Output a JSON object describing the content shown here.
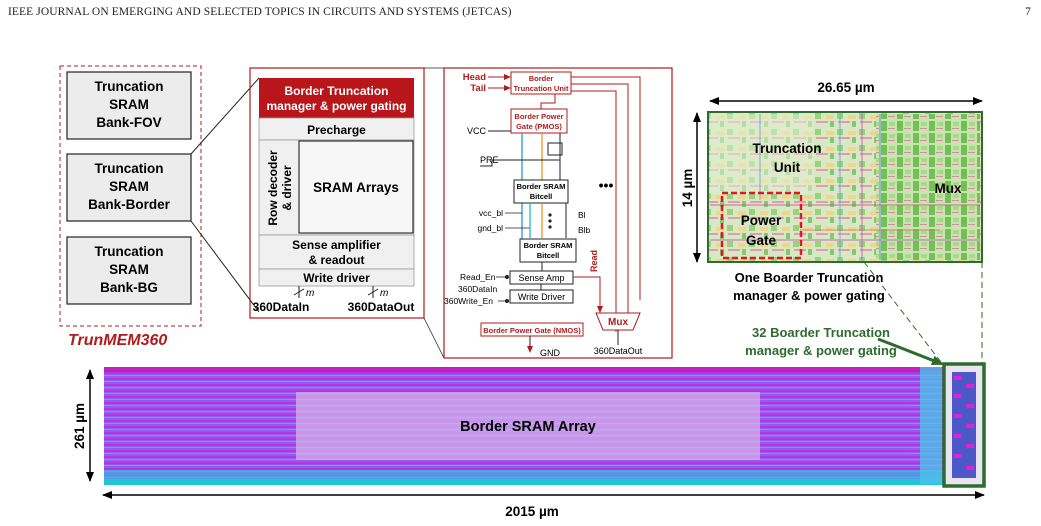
{
  "header": {
    "journal": "IEEE JOURNAL ON EMERGING AND SELECTED TOPICS IN CIRCUITS AND SYSTEMS (JETCAS)",
    "page_number": "7"
  },
  "banks": {
    "fov": [
      "Truncation",
      "SRAM",
      "Bank-FOV"
    ],
    "border": [
      "Truncation",
      "SRAM",
      "Bank-Border"
    ],
    "bg": [
      "Truncation",
      "SRAM",
      "Bank-BG"
    ],
    "caption": "TrunMEM360"
  },
  "bank_detail": {
    "manager": [
      "Border Truncation",
      "manager & power gating"
    ],
    "precharge": "Precharge",
    "row_decoder": [
      "Row decoder",
      "& driver"
    ],
    "arrays": "SRAM Arrays",
    "sense": [
      "Sense amplifier",
      "& readout"
    ],
    "write_driver": "Write driver",
    "bus_m1": "m",
    "bus_m2": "m",
    "data_in": "360DataIn",
    "data_out": "360DataOut"
  },
  "circuit": {
    "head": "Head",
    "tail": "Tail",
    "trunc_unit": [
      "Border",
      "Truncation Unit"
    ],
    "pmos": [
      "Border Power",
      "Gate (PMOS)"
    ],
    "vcc": "VCC",
    "pre": "PRE",
    "bitcell1": [
      "Border SRAM",
      "Bitcell"
    ],
    "bitcell2": [
      "Border SRAM",
      "Bitcell"
    ],
    "dots": "•••",
    "vcc_bl": "vcc_bl",
    "gnd_bl": "gnd_bl",
    "bl": "Bl",
    "blb": "Blb",
    "read_en": "Read_En",
    "datain": "360DataIn",
    "write_en": "360Write_En",
    "sense_amp": "Sense Amp",
    "write_driver": "Write Driver",
    "read": "Read",
    "mux": "Mux",
    "nmos": "Border Power Gate (NMOS)",
    "gnd": "GND",
    "dataout": "360DataOut"
  },
  "layout": {
    "width_label": "26.65 µm",
    "height_label": "14 µm",
    "trunc_unit": [
      "Truncation",
      "Unit"
    ],
    "mux": "Mux",
    "power_gate": [
      "Power",
      "Gate"
    ],
    "caption": [
      "One Boarder Truncation",
      "manager & power gating"
    ]
  },
  "array": {
    "count_caption": [
      "32 Boarder Truncation",
      "manager & power gating"
    ],
    "label": "Border SRAM Array",
    "height_label": "261 µm",
    "width_label": "2015 µm"
  },
  "colors": {
    "red": "#b01c1c",
    "dark_red": "#b8161b",
    "green": "#2e6b2e",
    "magenta": "#c020c0",
    "cyan": "#22c4d8"
  }
}
